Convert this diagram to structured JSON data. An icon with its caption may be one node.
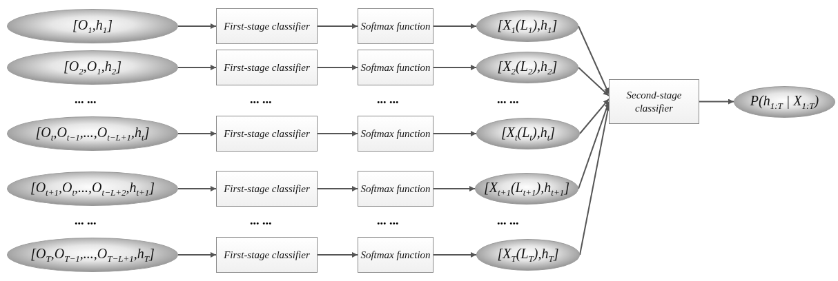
{
  "diagram": {
    "nodes": [
      {
        "text": [
          "[O$_{1}$,h$_{1}$]"
        ]
      },
      {
        "text": [
          "First-stage classifier"
        ]
      },
      {
        "text": [
          "Softmax function"
        ]
      },
      {
        "text": [
          "[X$_{1}$(L$_{1}$),h$_{1}$]"
        ]
      },
      {
        "text": [
          "[O$_{2}$,O$_{1}$,h$_{2}$]"
        ]
      },
      {
        "text": [
          "First-stage classifier"
        ]
      },
      {
        "text": [
          "Softmax function"
        ]
      },
      {
        "text": [
          "[X$_{2}$(L$_{2}$),h$_{2}$]"
        ]
      },
      {
        "text": [
          "[O$_{t}$,O$_{t−1}$,...,O$_{t−L+1}$,h$_{t}$]"
        ]
      },
      {
        "text": [
          "First-stage classifier"
        ]
      },
      {
        "text": [
          "Softmax function"
        ]
      },
      {
        "text": [
          "[X$_{t}$(L$_{t}$),h$_{t}$]"
        ]
      },
      {
        "text": [
          "[O$_{t+1}$,O$_{t}$,...,O$_{t−L+2}$,h$_{t+1}$]"
        ]
      },
      {
        "text": [
          "First-stage classifier"
        ]
      },
      {
        "text": [
          "Softmax function"
        ]
      },
      {
        "text": [
          "[X$_{t+1}$(L$_{t+1}$),h$_{t+1}$]"
        ]
      },
      {
        "text": [
          "[O$_{T}$,O$_{T−1}$,...,O$_{T−L+1}$,h$_{T}$]"
        ]
      },
      {
        "text": [
          "First-stage classifier"
        ]
      },
      {
        "text": [
          "Softmax function"
        ]
      },
      {
        "text": [
          "[X$_{T}$(L$_{T}$),h$_{T}$]"
        ]
      },
      {
        "text": [
          "Second-stage classifier"
        ]
      },
      {
        "text": [
          "P(h$_{1:T}$ | X$_{1:T}$)"
        ]
      }
    ],
    "edges": [
      {
        "from": 0,
        "to": 1,
        "arrow": "to"
      },
      {
        "from": 1,
        "to": 2,
        "arrow": "to"
      },
      {
        "from": 2,
        "to": 3,
        "arrow": "to"
      },
      {
        "from": 4,
        "to": 5,
        "arrow": "to"
      },
      {
        "from": 5,
        "to": 6,
        "arrow": "to"
      },
      {
        "from": 6,
        "to": 7,
        "arrow": "to"
      },
      {
        "from": 8,
        "to": 9,
        "arrow": "to"
      },
      {
        "from": 9,
        "to": 10,
        "arrow": "to"
      },
      {
        "from": 10,
        "to": 11,
        "arrow": "to"
      },
      {
        "from": 12,
        "to": 13,
        "arrow": "to"
      },
      {
        "from": 13,
        "to": 14,
        "arrow": "to"
      },
      {
        "from": 14,
        "to": 15,
        "arrow": "to"
      },
      {
        "from": 16,
        "to": 17,
        "arrow": "to"
      },
      {
        "from": 17,
        "to": 18,
        "arrow": "to"
      },
      {
        "from": 18,
        "to": 19,
        "arrow": "to"
      },
      {
        "from": 3,
        "to": 20,
        "arrow": "to"
      },
      {
        "from": 7,
        "to": 20,
        "arrow": "to"
      },
      {
        "from": 11,
        "to": 20,
        "arrow": "to"
      },
      {
        "from": 15,
        "to": 20,
        "arrow": "to"
      },
      {
        "from": 19,
        "to": 20,
        "arrow": "to"
      },
      {
        "from": 20,
        "to": 21,
        "arrow": "to"
      }
    ],
    "labels": [
      "... ...",
      "... ...",
      "... ...",
      "... ...",
      "... ...",
      "... ...",
      "... ...",
      "... ..."
    ]
  }
}
